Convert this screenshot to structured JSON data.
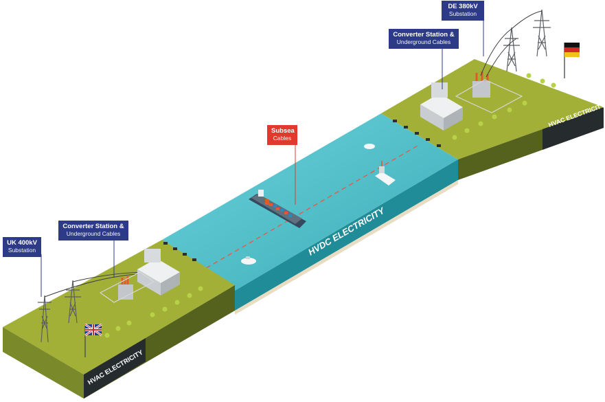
{
  "callouts": {
    "uk_substation": {
      "line1": "UK 400kV",
      "line2": "Substation"
    },
    "uk_converter": {
      "line1": "Converter Station &",
      "line2": "Underground Cables"
    },
    "subsea": {
      "line1": "Subsea",
      "line2": "Cables"
    },
    "de_converter": {
      "line1": "Converter Station &",
      "line2": "Underground Cables"
    },
    "de_substation": {
      "line1": "DE 380kV",
      "line2": "Substation"
    }
  },
  "labels": {
    "hvac_left": "HVAC ELECTRICITY",
    "hvdc": "HVDC ELECTRICITY",
    "hvac_right": "HVAC ELECTRICITY"
  },
  "colors": {
    "grass": "#a3b037",
    "grass_side": "#5f6d22",
    "grass_dark": "#3d4716",
    "sea": "#3fb4c1",
    "sea_deep": "#1b7f8b",
    "label_band": "#262b2e",
    "navy": "#2d3a87",
    "red": "#e03a2f"
  },
  "icons": {
    "uk_flag": "union-jack-flag",
    "de_flag": "germany-flag",
    "pylon": "transmission-pylon-icon",
    "ship": "container-ship-icon"
  }
}
